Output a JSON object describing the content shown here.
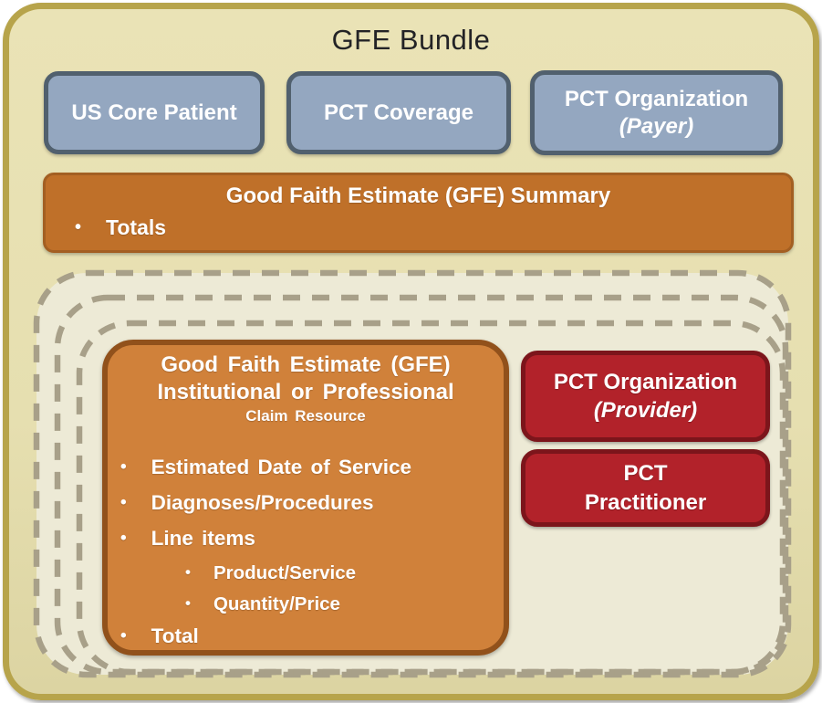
{
  "page": {
    "title": "GFE Bundle"
  },
  "colors": {
    "outer_fill": "#e6dfb0",
    "outer_border": "#b7a44b",
    "blue_fill": "#94a7c0",
    "blue_border": "#51606e",
    "banner_fill": "#bf7029",
    "claim_fill": "#d0813a",
    "claim_border": "#91511b",
    "red_fill": "#b2222a",
    "red_border": "#7c151b",
    "instance_fill": "#edead6",
    "dash_color": "#a8a089",
    "text_on_color": "#ffffff",
    "title_text": "#232326"
  },
  "top_resources": [
    {
      "label": "US Core Patient"
    },
    {
      "label": "PCT Coverage"
    },
    {
      "label": "PCT Organization",
      "sublabel": "(Payer)"
    }
  ],
  "summary": {
    "title": "Good Faith Estimate (GFE) Summary",
    "bullet": "Totals"
  },
  "claim": {
    "title1": "Good Faith Estimate (GFE)",
    "title2": "Institutional or Professional",
    "title3": "Claim Resource",
    "bullets": [
      "Estimated Date of Service",
      "Diagnoses/Procedures",
      "Line items"
    ],
    "sub_bullets": [
      "Product/Service",
      "Quantity/Price"
    ],
    "total": "Total"
  },
  "provider_resources": [
    {
      "label": "PCT Organization",
      "sublabel": "(Provider)"
    },
    {
      "label": "PCT",
      "sublabel": "Practitioner"
    }
  ]
}
